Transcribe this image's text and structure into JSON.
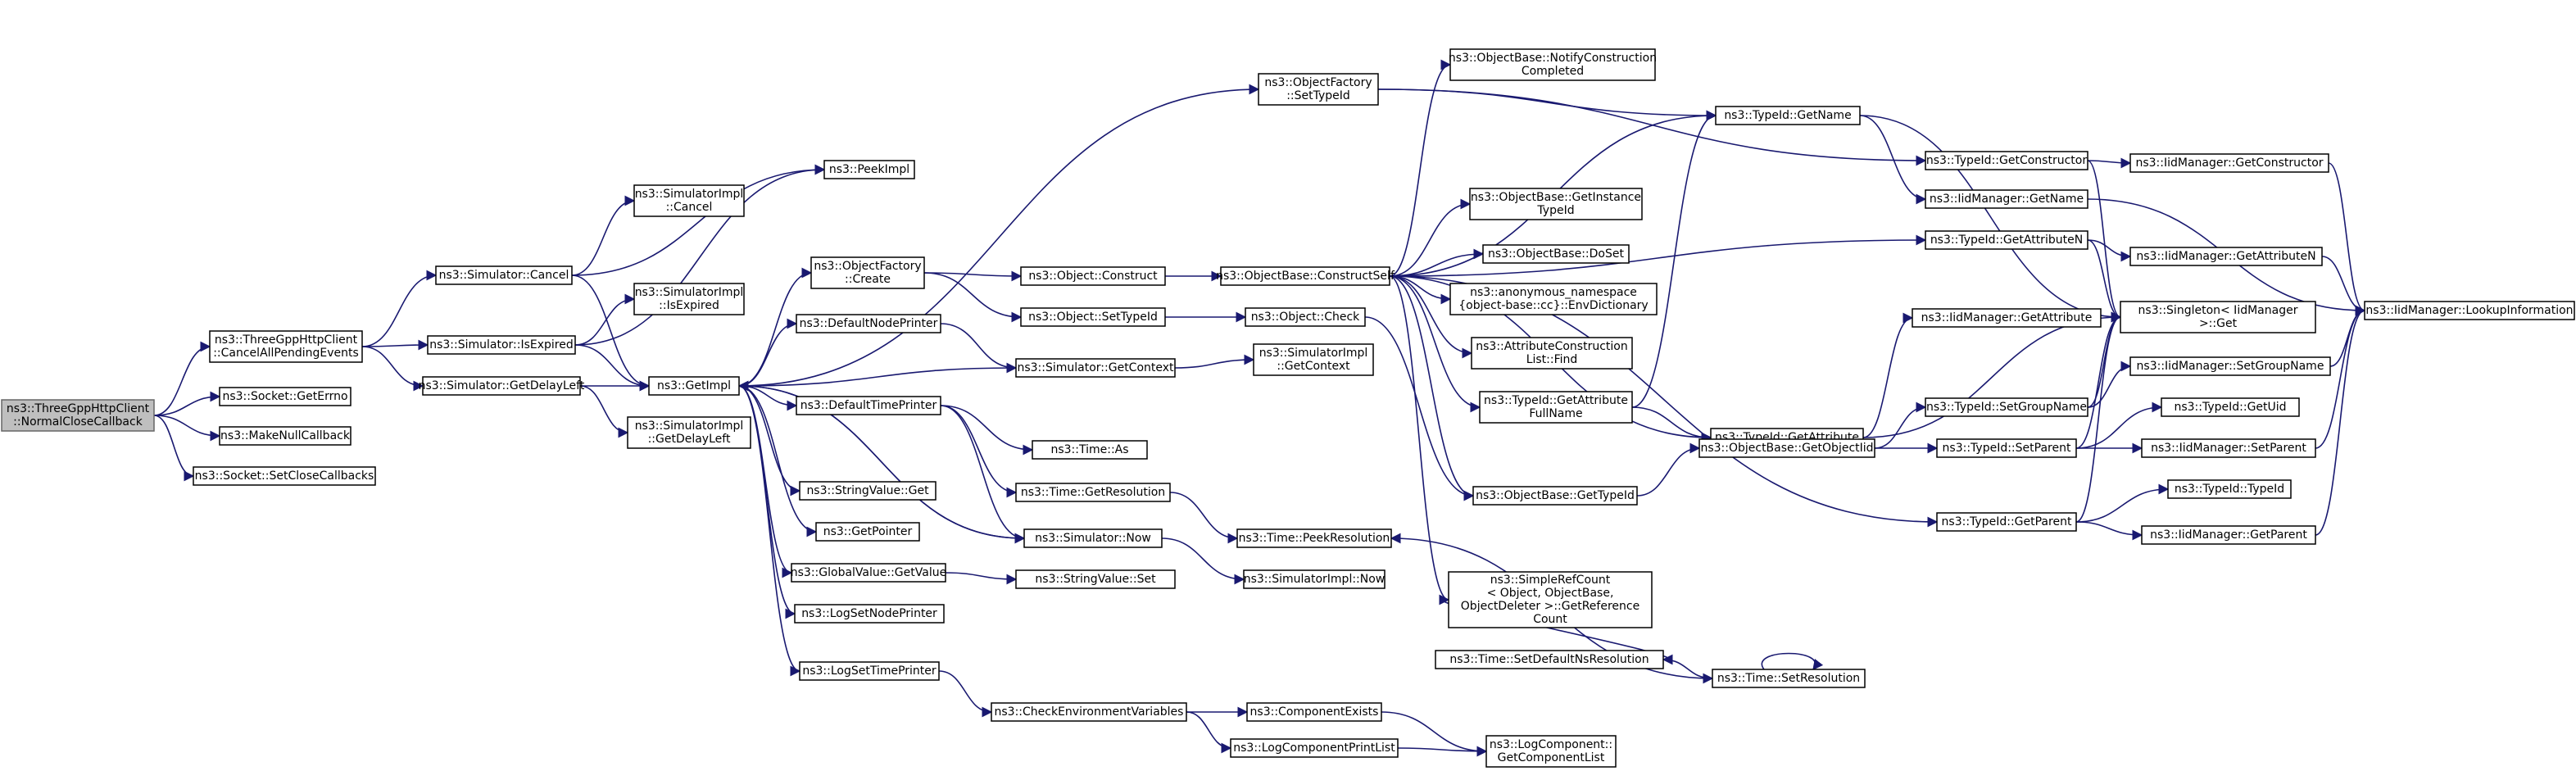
{
  "colors": {
    "edge": "#191970",
    "node_border": "#000000",
    "root_fill": "#bfbfbf",
    "node_fill": "#ffffff"
  },
  "nodes": [
    {
      "id": "root",
      "lines": [
        "ns3::ThreeGppHttpClient",
        "::NormalCloseCallback"
      ],
      "root": true
    },
    {
      "id": "cancelAll",
      "lines": [
        "ns3::ThreeGppHttpClient",
        "::CancelAllPendingEvents"
      ]
    },
    {
      "id": "getErrno",
      "lines": [
        "ns3::Socket::GetErrno"
      ]
    },
    {
      "id": "makeNull",
      "lines": [
        "ns3::MakeNullCallback"
      ]
    },
    {
      "id": "setClose",
      "lines": [
        "ns3::Socket::SetCloseCallbacks"
      ]
    },
    {
      "id": "simCancel",
      "lines": [
        "ns3::Simulator::Cancel"
      ]
    },
    {
      "id": "simIsExpired",
      "lines": [
        "ns3::Simulator::IsExpired"
      ]
    },
    {
      "id": "simGetDelayLeft",
      "lines": [
        "ns3::Simulator::GetDelayLeft"
      ]
    },
    {
      "id": "implCancel",
      "lines": [
        "ns3::SimulatorImpl",
        "::Cancel"
      ]
    },
    {
      "id": "peekImpl",
      "lines": [
        "ns3::PeekImpl"
      ]
    },
    {
      "id": "implIsExpired",
      "lines": [
        "ns3::SimulatorImpl",
        "::IsExpired"
      ]
    },
    {
      "id": "getImpl",
      "lines": [
        "ns3::GetImpl"
      ]
    },
    {
      "id": "implGetDelayLeft",
      "lines": [
        "ns3::SimulatorImpl",
        "::GetDelayLeft"
      ]
    },
    {
      "id": "ofCreate",
      "lines": [
        "ns3::ObjectFactory",
        "::Create"
      ]
    },
    {
      "id": "defNodePrinter",
      "lines": [
        "ns3::DefaultNodePrinter"
      ]
    },
    {
      "id": "defTimePrinter",
      "lines": [
        "ns3::DefaultTimePrinter"
      ]
    },
    {
      "id": "strGet",
      "lines": [
        "ns3::StringValue::Get"
      ]
    },
    {
      "id": "getPointer",
      "lines": [
        "ns3::GetPointer"
      ]
    },
    {
      "id": "gvGetValue",
      "lines": [
        "ns3::GlobalValue::GetValue"
      ]
    },
    {
      "id": "logSetNode",
      "lines": [
        "ns3::LogSetNodePrinter"
      ]
    },
    {
      "id": "logSetTime",
      "lines": [
        "ns3::LogSetTimePrinter"
      ]
    },
    {
      "id": "ofSetTypeId",
      "lines": [
        "ns3::ObjectFactory",
        "::SetTypeId"
      ]
    },
    {
      "id": "objConstruct",
      "lines": [
        "ns3::Object::Construct"
      ]
    },
    {
      "id": "objSetTypeId",
      "lines": [
        "ns3::Object::SetTypeId"
      ]
    },
    {
      "id": "simGetContext",
      "lines": [
        "ns3::Simulator::GetContext"
      ]
    },
    {
      "id": "timeAs",
      "lines": [
        "ns3::Time::As"
      ]
    },
    {
      "id": "timeGetRes",
      "lines": [
        "ns3::Time::GetResolution"
      ]
    },
    {
      "id": "simNow",
      "lines": [
        "ns3::Simulator::Now"
      ]
    },
    {
      "id": "strSet",
      "lines": [
        "ns3::StringValue::Set"
      ]
    },
    {
      "id": "checkEnv",
      "lines": [
        "ns3::CheckEnvironmentVariables"
      ]
    },
    {
      "id": "obConstructSelf",
      "lines": [
        "ns3::ObjectBase::ConstructSelf"
      ]
    },
    {
      "id": "objCheck",
      "lines": [
        "ns3::Object::Check"
      ]
    },
    {
      "id": "implGetContext",
      "lines": [
        "ns3::SimulatorImpl",
        "::GetContext"
      ]
    },
    {
      "id": "timePeekRes",
      "lines": [
        "ns3::Time::PeekResolution"
      ]
    },
    {
      "id": "implNow",
      "lines": [
        "ns3::SimulatorImpl::Now"
      ]
    },
    {
      "id": "compExists",
      "lines": [
        "ns3::ComponentExists"
      ]
    },
    {
      "id": "logCompPrint",
      "lines": [
        "ns3::LogComponentPrintList"
      ]
    },
    {
      "id": "obNotify",
      "lines": [
        "ns3::ObjectBase::NotifyConstruction",
        "Completed"
      ]
    },
    {
      "id": "obGetInstance",
      "lines": [
        "ns3::ObjectBase::GetInstance",
        "TypeId"
      ]
    },
    {
      "id": "obDoSet",
      "lines": [
        "ns3::ObjectBase::DoSet"
      ]
    },
    {
      "id": "anonEnvDict",
      "lines": [
        "ns3::anonymous_namespace",
        "{object-base::cc}::EnvDictionary"
      ]
    },
    {
      "id": "attrConstrFind",
      "lines": [
        "ns3::AttributeConstruction",
        "List::Find"
      ]
    },
    {
      "id": "tidGetAttrFull",
      "lines": [
        "ns3::TypeId::GetAttribute",
        "FullName"
      ]
    },
    {
      "id": "obGetTypeId",
      "lines": [
        "ns3::ObjectBase::GetTypeId"
      ]
    },
    {
      "id": "simpleRefCount",
      "lines": [
        "ns3::SimpleRefCount",
        "< Object, ObjectBase,",
        "ObjectDeleter >::GetReference",
        "Count"
      ]
    },
    {
      "id": "timeSetDefault",
      "lines": [
        "ns3::Time::SetDefaultNsResolution"
      ]
    },
    {
      "id": "logCompGetList",
      "lines": [
        "ns3::LogComponent::",
        "GetComponentList"
      ]
    },
    {
      "id": "tidGetName",
      "lines": [
        "ns3::TypeId::GetName"
      ]
    },
    {
      "id": "tidGetAttr",
      "lines": [
        "ns3::TypeId::GetAttribute"
      ]
    },
    {
      "id": "obGetObjectIid",
      "lines": [
        "ns3::ObjectBase::GetObjectIid"
      ]
    },
    {
      "id": "timeSetRes",
      "lines": [
        "ns3::Time::SetResolution"
      ]
    },
    {
      "id": "tidGetConstructor",
      "lines": [
        "ns3::TypeId::GetConstructor"
      ]
    },
    {
      "id": "iidGetName",
      "lines": [
        "ns3::IidManager::GetName"
      ]
    },
    {
      "id": "tidGetAttrN",
      "lines": [
        "ns3::TypeId::GetAttributeN"
      ]
    },
    {
      "id": "iidGetAttr",
      "lines": [
        "ns3::IidManager::GetAttribute"
      ]
    },
    {
      "id": "tidSetGroup",
      "lines": [
        "ns3::TypeId::SetGroupName"
      ]
    },
    {
      "id": "tidSetParent",
      "lines": [
        "ns3::TypeId::SetParent"
      ]
    },
    {
      "id": "tidGetParent",
      "lines": [
        "ns3::TypeId::GetParent"
      ]
    },
    {
      "id": "iidGetConstructor",
      "lines": [
        "ns3::IidManager::GetConstructor"
      ]
    },
    {
      "id": "iidGetAttrN",
      "lines": [
        "ns3::IidManager::GetAttributeN"
      ]
    },
    {
      "id": "singletonGet",
      "lines": [
        "ns3::Singleton< IidManager",
        ">::Get"
      ]
    },
    {
      "id": "iidSetGroup",
      "lines": [
        "ns3::IidManager::SetGroupName"
      ]
    },
    {
      "id": "tidGetUid",
      "lines": [
        "ns3::TypeId::GetUid"
      ]
    },
    {
      "id": "iidSetParent",
      "lines": [
        "ns3::IidManager::SetParent"
      ]
    },
    {
      "id": "tidTypeId",
      "lines": [
        "ns3::TypeId::TypeId"
      ]
    },
    {
      "id": "iidGetParent",
      "lines": [
        "ns3::IidManager::GetParent"
      ]
    },
    {
      "id": "iidLookup",
      "lines": [
        "ns3::IidManager::LookupInformation"
      ]
    }
  ],
  "edges": [
    [
      "root",
      "cancelAll"
    ],
    [
      "root",
      "getErrno"
    ],
    [
      "root",
      "makeNull"
    ],
    [
      "root",
      "setClose"
    ],
    [
      "cancelAll",
      "simCancel"
    ],
    [
      "cancelAll",
      "simIsExpired"
    ],
    [
      "cancelAll",
      "simGetDelayLeft"
    ],
    [
      "simCancel",
      "implCancel"
    ],
    [
      "simCancel",
      "peekImpl"
    ],
    [
      "simCancel",
      "getImpl"
    ],
    [
      "simIsExpired",
      "implIsExpired"
    ],
    [
      "simIsExpired",
      "peekImpl"
    ],
    [
      "simIsExpired",
      "getImpl"
    ],
    [
      "simGetDelayLeft",
      "getImpl"
    ],
    [
      "simGetDelayLeft",
      "implGetDelayLeft"
    ],
    [
      "getImpl",
      "ofCreate"
    ],
    [
      "getImpl",
      "defNodePrinter"
    ],
    [
      "getImpl",
      "defTimePrinter"
    ],
    [
      "getImpl",
      "strGet"
    ],
    [
      "getImpl",
      "getPointer"
    ],
    [
      "getImpl",
      "gvGetValue"
    ],
    [
      "getImpl",
      "logSetNode"
    ],
    [
      "getImpl",
      "logSetTime"
    ],
    [
      "getImpl",
      "ofSetTypeId"
    ],
    [
      "getImpl",
      "simNow"
    ],
    [
      "ofCreate",
      "objConstruct"
    ],
    [
      "ofCreate",
      "objSetTypeId"
    ],
    [
      "defNodePrinter",
      "simGetContext"
    ],
    [
      "simGetContext",
      "getImpl"
    ],
    [
      "simGetContext",
      "implGetContext"
    ],
    [
      "defTimePrinter",
      "timeAs"
    ],
    [
      "defTimePrinter",
      "timeGetRes"
    ],
    [
      "defTimePrinter",
      "simNow"
    ],
    [
      "simNow",
      "getImpl"
    ],
    [
      "simNow",
      "implNow"
    ],
    [
      "timeGetRes",
      "timePeekRes"
    ],
    [
      "gvGetValue",
      "strSet"
    ],
    [
      "logSetTime",
      "checkEnv"
    ],
    [
      "checkEnv",
      "compExists"
    ],
    [
      "checkEnv",
      "logCompPrint"
    ],
    [
      "compExists",
      "logCompGetList"
    ],
    [
      "logCompPrint",
      "logCompGetList"
    ],
    [
      "objConstruct",
      "obConstructSelf"
    ],
    [
      "objSetTypeId",
      "objCheck"
    ],
    [
      "objCheck",
      "obGetTypeId"
    ],
    [
      "obConstructSelf",
      "obNotify"
    ],
    [
      "obConstructSelf",
      "tidGetName"
    ],
    [
      "obConstructSelf",
      "obGetInstance"
    ],
    [
      "obConstructSelf",
      "obDoSet"
    ],
    [
      "obConstructSelf",
      "anonEnvDict"
    ],
    [
      "obConstructSelf",
      "attrConstrFind"
    ],
    [
      "obConstructSelf",
      "tidGetAttrFull"
    ],
    [
      "obConstructSelf",
      "obGetTypeId"
    ],
    [
      "obConstructSelf",
      "simpleRefCount"
    ],
    [
      "obConstructSelf",
      "tidGetAttrN"
    ],
    [
      "obConstructSelf",
      "tidGetAttr"
    ],
    [
      "obConstructSelf",
      "tidGetParent"
    ],
    [
      "ofSetTypeId",
      "tidGetName"
    ],
    [
      "ofSetTypeId",
      "tidGetConstructor"
    ],
    [
      "tidGetAttrFull",
      "tidGetName"
    ],
    [
      "tidGetAttrFull",
      "tidGetAttr"
    ],
    [
      "obGetTypeId",
      "obGetObjectIid"
    ],
    [
      "obGetObjectIid",
      "tidSetGroup"
    ],
    [
      "obGetObjectIid",
      "tidSetParent"
    ],
    [
      "simpleRefCount",
      "timeSetDefault"
    ],
    [
      "timeSetDefault",
      "timeSetRes"
    ],
    [
      "timeSetRes",
      "timeSetRes"
    ],
    [
      "timeSetRes",
      "timePeekRes"
    ],
    [
      "tidGetName",
      "iidGetName"
    ],
    [
      "tidGetName",
      "singletonGet"
    ],
    [
      "tidGetConstructor",
      "iidGetConstructor"
    ],
    [
      "tidGetConstructor",
      "singletonGet"
    ],
    [
      "iidGetName",
      "iidLookup"
    ],
    [
      "tidGetAttrN",
      "iidGetAttrN"
    ],
    [
      "tidGetAttrN",
      "singletonGet"
    ],
    [
      "tidGetAttr",
      "iidGetAttr"
    ],
    [
      "tidGetAttr",
      "singletonGet"
    ],
    [
      "tidSetGroup",
      "iidSetGroup"
    ],
    [
      "tidSetGroup",
      "singletonGet"
    ],
    [
      "tidSetParent",
      "tidGetUid"
    ],
    [
      "tidSetParent",
      "iidSetParent"
    ],
    [
      "tidSetParent",
      "singletonGet"
    ],
    [
      "tidGetParent",
      "tidTypeId"
    ],
    [
      "tidGetParent",
      "iidGetParent"
    ],
    [
      "tidGetParent",
      "singletonGet"
    ],
    [
      "iidGetConstructor",
      "iidLookup"
    ],
    [
      "iidGetAttrN",
      "iidLookup"
    ],
    [
      "iidSetGroup",
      "iidLookup"
    ],
    [
      "iidSetParent",
      "iidLookup"
    ],
    [
      "iidGetParent",
      "iidLookup"
    ]
  ]
}
